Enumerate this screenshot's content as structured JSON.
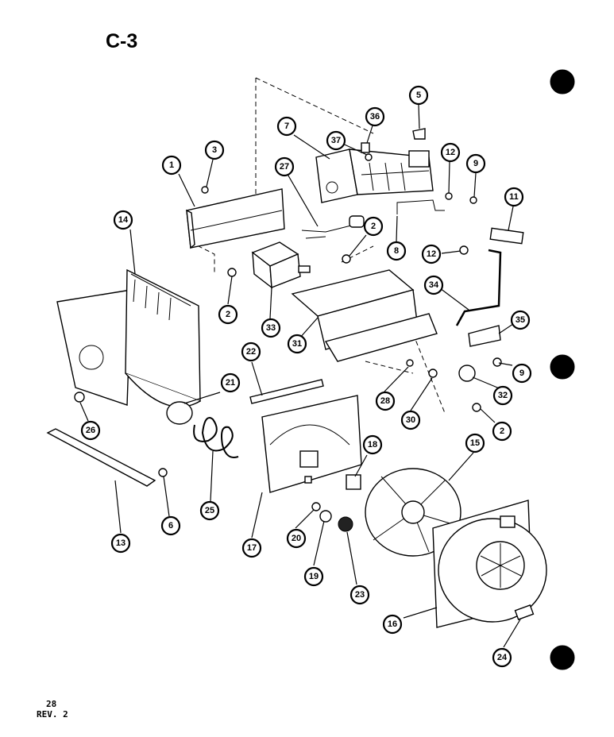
{
  "page": {
    "title": "C-3",
    "page_number": "28",
    "revision": "REV. 2"
  },
  "callouts": [
    {
      "id": "c1",
      "label": "1"
    },
    {
      "id": "c2a",
      "label": "2"
    },
    {
      "id": "c2b",
      "label": "2"
    },
    {
      "id": "c2c",
      "label": "2"
    },
    {
      "id": "c3",
      "label": "3"
    },
    {
      "id": "c5",
      "label": "5"
    },
    {
      "id": "c6",
      "label": "6"
    },
    {
      "id": "c7",
      "label": "7"
    },
    {
      "id": "c8",
      "label": "8"
    },
    {
      "id": "c9a",
      "label": "9"
    },
    {
      "id": "c9b",
      "label": "9"
    },
    {
      "id": "c11",
      "label": "11"
    },
    {
      "id": "c12a",
      "label": "12"
    },
    {
      "id": "c12b",
      "label": "12"
    },
    {
      "id": "c13",
      "label": "13"
    },
    {
      "id": "c14",
      "label": "14"
    },
    {
      "id": "c15",
      "label": "15"
    },
    {
      "id": "c16",
      "label": "16"
    },
    {
      "id": "c17",
      "label": "17"
    },
    {
      "id": "c18",
      "label": "18"
    },
    {
      "id": "c19",
      "label": "19"
    },
    {
      "id": "c20",
      "label": "20"
    },
    {
      "id": "c21",
      "label": "21"
    },
    {
      "id": "c22",
      "label": "22"
    },
    {
      "id": "c23",
      "label": "23"
    },
    {
      "id": "c24",
      "label": "24"
    },
    {
      "id": "c25",
      "label": "25"
    },
    {
      "id": "c26",
      "label": "26"
    },
    {
      "id": "c27",
      "label": "27"
    },
    {
      "id": "c28",
      "label": "28"
    },
    {
      "id": "c30",
      "label": "30"
    },
    {
      "id": "c31",
      "label": "31"
    },
    {
      "id": "c32",
      "label": "32"
    },
    {
      "id": "c33",
      "label": "33"
    },
    {
      "id": "c34",
      "label": "34"
    },
    {
      "id": "c35",
      "label": "35"
    },
    {
      "id": "c36",
      "label": "36"
    },
    {
      "id": "c37",
      "label": "37"
    }
  ]
}
